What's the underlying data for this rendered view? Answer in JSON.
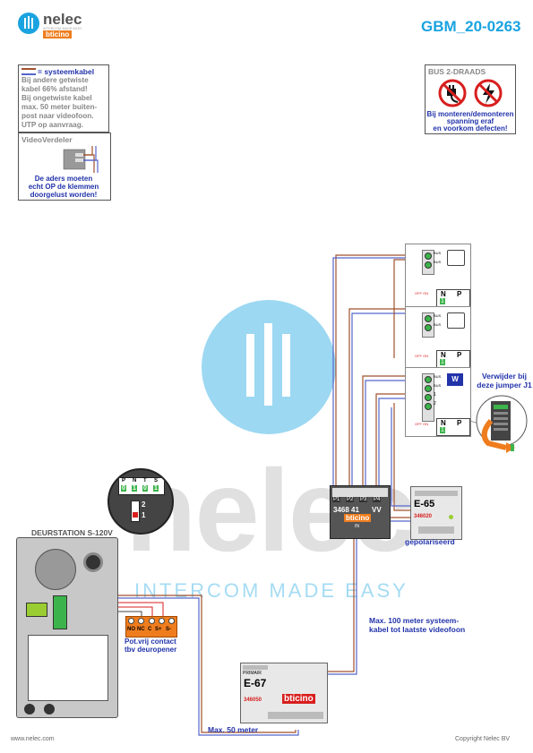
{
  "header": {
    "brand": "nelec",
    "brand_tagline": "INTERCOM MADE EASY",
    "partner": "bticino",
    "doc_code": "GBM_20-0263"
  },
  "legend_box": {
    "cable_label": "= systeemkabel",
    "lines": [
      "Bij andere getwiste",
      "kabel 66% afstand!",
      "Bij ongetwiste kabel",
      "max. 50 meter buiten-",
      "post naar videofoon.",
      "UTP op aanvraag."
    ]
  },
  "distributor_box": {
    "title": "VideoVerdeler",
    "note": [
      "De aders moeten",
      "echt OP de klemmen",
      "doorgelust worden!"
    ]
  },
  "bus_box": {
    "title": "BUS 2-DRAADS",
    "note": [
      "Bij monteren/demonteren",
      "spanning eraf",
      "en voorkom defecten!"
    ]
  },
  "watermark": {
    "word": "nelec",
    "tagline": "INTERCOM MADE EASY"
  },
  "door_station": {
    "title": "DEURSTATION S-120V",
    "contacts": [
      "NO",
      "NC",
      "C",
      "S+",
      "S-"
    ],
    "contact_note": [
      "Pot.vrij contact",
      "tbv deuropener"
    ],
    "zoom_terminals": [
      "P",
      "N",
      "T",
      "S"
    ],
    "zoom_values": [
      "0",
      "1",
      "0",
      "1"
    ],
    "jumper_labels": [
      "2",
      "1"
    ]
  },
  "distributor": {
    "ports": [
      "P1",
      "P2",
      "P3",
      "P4"
    ],
    "code": "3468 41",
    "vv": "VV",
    "brand": "bticino",
    "in_label": "IN"
  },
  "psu_e65": {
    "model": "E-65",
    "code": "346020",
    "note": "gepolariseerd"
  },
  "psu_e67": {
    "label": "PRIMAIR",
    "model": "E-67",
    "code": "346050",
    "brand": "bticino"
  },
  "monitors": [
    {
      "terminals": [
        "BUS",
        "BUS"
      ],
      "np": [
        "N",
        "P"
      ],
      "switch": "OFF ON",
      "value": "1"
    },
    {
      "terminals": [
        "BUS",
        "BUS"
      ],
      "np": [
        "N",
        "P"
      ],
      "switch": "OFF ON",
      "value": "1"
    },
    {
      "terminals": [
        "BUS",
        "BUS",
        "1",
        "2"
      ],
      "np": [
        "N",
        "P"
      ],
      "switch": "OFF ON",
      "value": "1",
      "badge": "W"
    }
  ],
  "jumper_note": [
    "Verwijder bij",
    "deze jumper J1"
  ],
  "cable_notes": {
    "max100": [
      "Max. 100 meter systeem-",
      "kabel tot laatste videofoon"
    ],
    "max50": "Max. 50 meter"
  },
  "footer": {
    "website": "www.nelec.com",
    "copyright": "Copyright Nelec BV"
  },
  "colors": {
    "accent": "#1aa3e0",
    "blue_text": "#2233aa",
    "cable_brown": "#a0522d",
    "cable_blue": "#5566cc",
    "orange": "#ef7d1e",
    "red": "#d81e1e",
    "terminal_green": "#3cb44b"
  }
}
